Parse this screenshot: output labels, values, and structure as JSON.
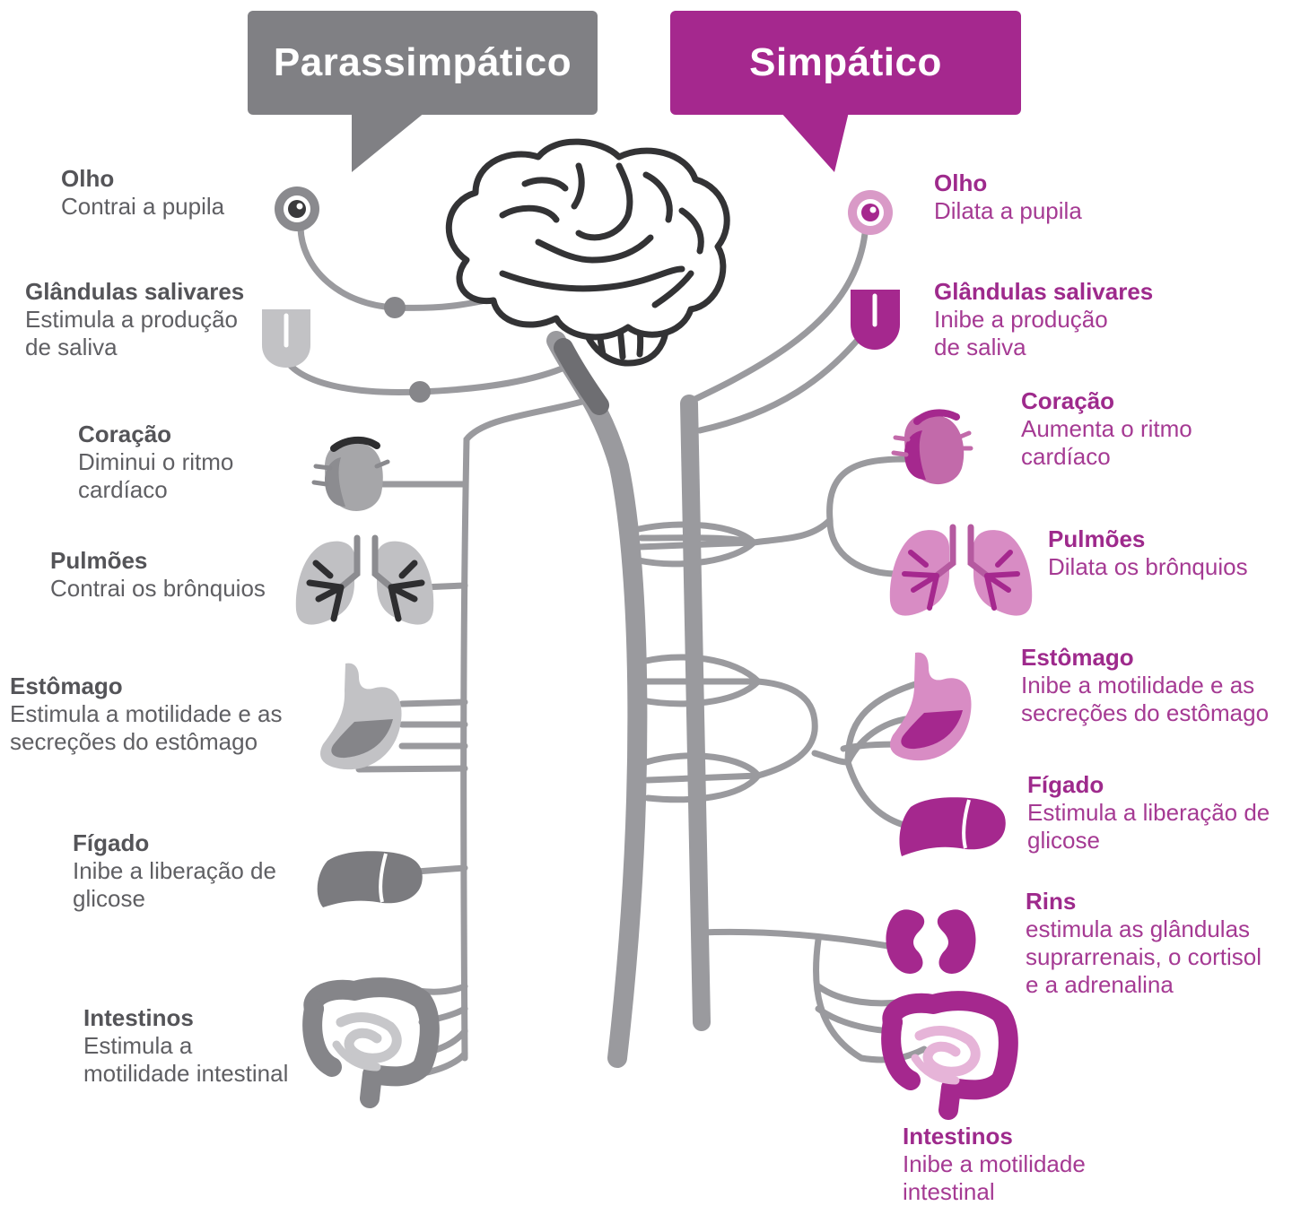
{
  "headers": {
    "parassimpatico": "Parassimpático",
    "simpatico": "Simpático"
  },
  "colors": {
    "gray": "#808084",
    "nerve": "#9a9a9e",
    "dark": "#3a3a3c",
    "magenta": "#a5288e",
    "light_magenta": "#d88cc4",
    "light_gray": "#bdbdc0"
  },
  "parassimpatico": {
    "olho": {
      "title": "Olho",
      "desc": "Contrai a pupila"
    },
    "glandulas": {
      "title": "Glândulas salivares",
      "desc": "Estimula a produção\nde saliva"
    },
    "coracao": {
      "title": "Coração",
      "desc": "Diminui o ritmo\ncardíaco"
    },
    "pulmoes": {
      "title": "Pulmões",
      "desc": "Contrai os brônquios"
    },
    "estomago": {
      "title": "Estômago",
      "desc": "Estimula a motilidade e as\nsecreções do estômago"
    },
    "figado": {
      "title": "Fígado",
      "desc": "Inibe a liberação de\nglicose"
    },
    "intestinos": {
      "title": "Intestinos",
      "desc": "Estimula a\nmotilidade intestinal"
    }
  },
  "simpatico": {
    "olho": {
      "title": "Olho",
      "desc": "Dilata a pupila"
    },
    "glandulas": {
      "title": "Glândulas salivares",
      "desc": "Inibe a produção\nde saliva"
    },
    "coracao": {
      "title": "Coração",
      "desc": "Aumenta o ritmo\ncardíaco"
    },
    "pulmoes": {
      "title": "Pulmões",
      "desc": "Dilata os brônquios"
    },
    "estomago": {
      "title": "Estômago",
      "desc": "Inibe a motilidade e as\nsecreções do estômago"
    },
    "figado": {
      "title": "Fígado",
      "desc": "Estimula a liberação de\nglicose"
    },
    "rins": {
      "title": "Rins",
      "desc": "estimula as glândulas\nsuprarrenais, o cortisol\ne a adrenalina"
    },
    "intestinos": {
      "title": "Intestinos",
      "desc": "Inibe a motilidade\nintestinal"
    }
  }
}
